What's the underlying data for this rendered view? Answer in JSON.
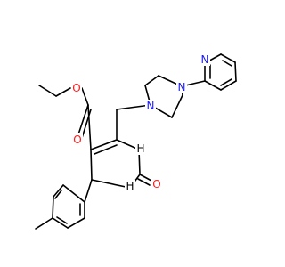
{
  "colors": {
    "background": "#ffffff",
    "bond": "#000000",
    "nitrogen": "#1a1aff",
    "oxygen": "#ff1a1a",
    "nh": "#000000"
  },
  "molecule": {
    "atoms": {
      "o_ether": "O",
      "o_carbonyl": "O",
      "o_urea": "O",
      "n_pip_1": "N",
      "n_pip_4": "N",
      "n_pyridine": "N",
      "nh_1": "H",
      "nh_3": "H"
    }
  }
}
